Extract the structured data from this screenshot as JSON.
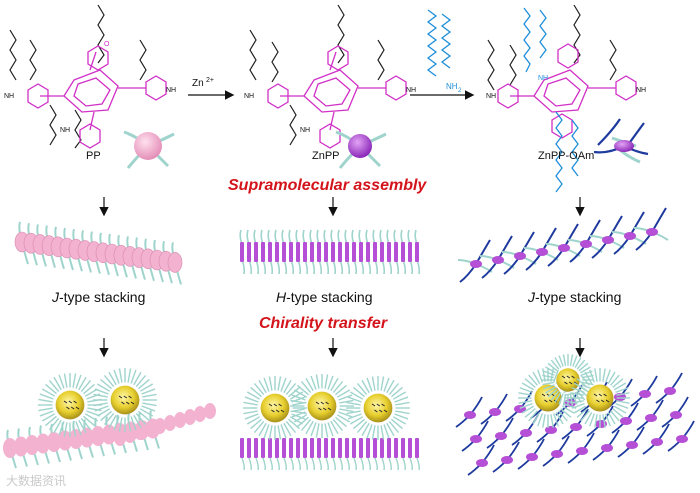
{
  "molecules": {
    "pp": "PP",
    "znpp": "ZnPP",
    "znpp_oam": "ZnPP-OAm"
  },
  "reagents": {
    "zinc": "Zn",
    "zinc_charge": "2+",
    "amine": "NH",
    "amine_sub": "2"
  },
  "group_labels": {
    "amide_nh": "NH",
    "carbonyl_o": "O"
  },
  "stages": {
    "assembly": "Supramolecular assembly",
    "transfer": "Chirality transfer"
  },
  "stacking": {
    "left": {
      "letter": "J",
      "suffix": "-type stacking"
    },
    "middle": {
      "letter": "H",
      "suffix": "-type stacking"
    },
    "right": {
      "letter": "J",
      "suffix": "-type stacking"
    }
  },
  "watermark": "大数据资讯",
  "colors": {
    "porphyrin": "#d12fc6",
    "pp_ball": "#f2b2d0",
    "znpp_ball": "#b44fd6",
    "alkyl": "#1f1f1f",
    "oleylamine": "#1f8fd8",
    "fiber": "#9fd4cc",
    "nanoparticle_core": "#e7cf2e",
    "arrow": "#111111",
    "title_red": "#d4141b"
  },
  "icons": [
    "down-arrow-icon",
    "right-arrow-icon"
  ]
}
